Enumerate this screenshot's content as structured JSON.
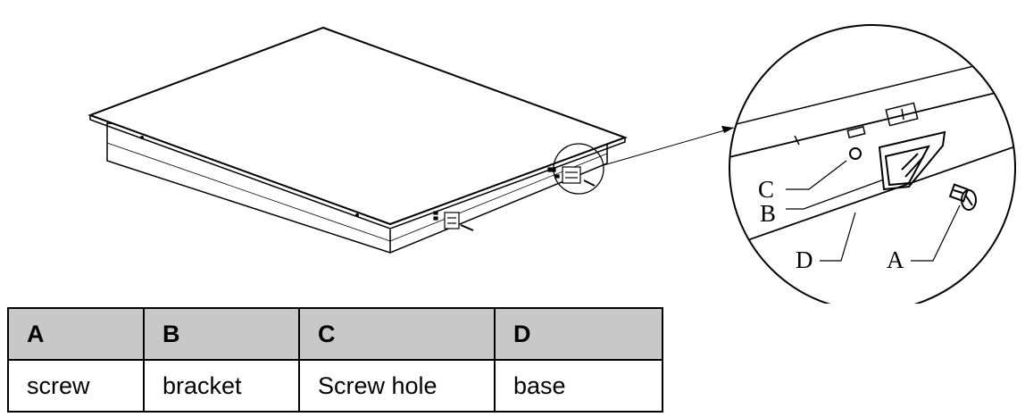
{
  "callouts": {
    "a": "A",
    "b": "B",
    "c": "C",
    "d": "D"
  },
  "table": {
    "headers": [
      "A",
      "B",
      "C",
      "D"
    ],
    "rows": [
      [
        "screw",
        "bracket",
        "Screw hole",
        "base"
      ]
    ],
    "header_bg": "#c8c8c8"
  },
  "icons": [
    "hob-appliance",
    "detail-magnifier",
    "screw-icon",
    "bracket-icon"
  ]
}
